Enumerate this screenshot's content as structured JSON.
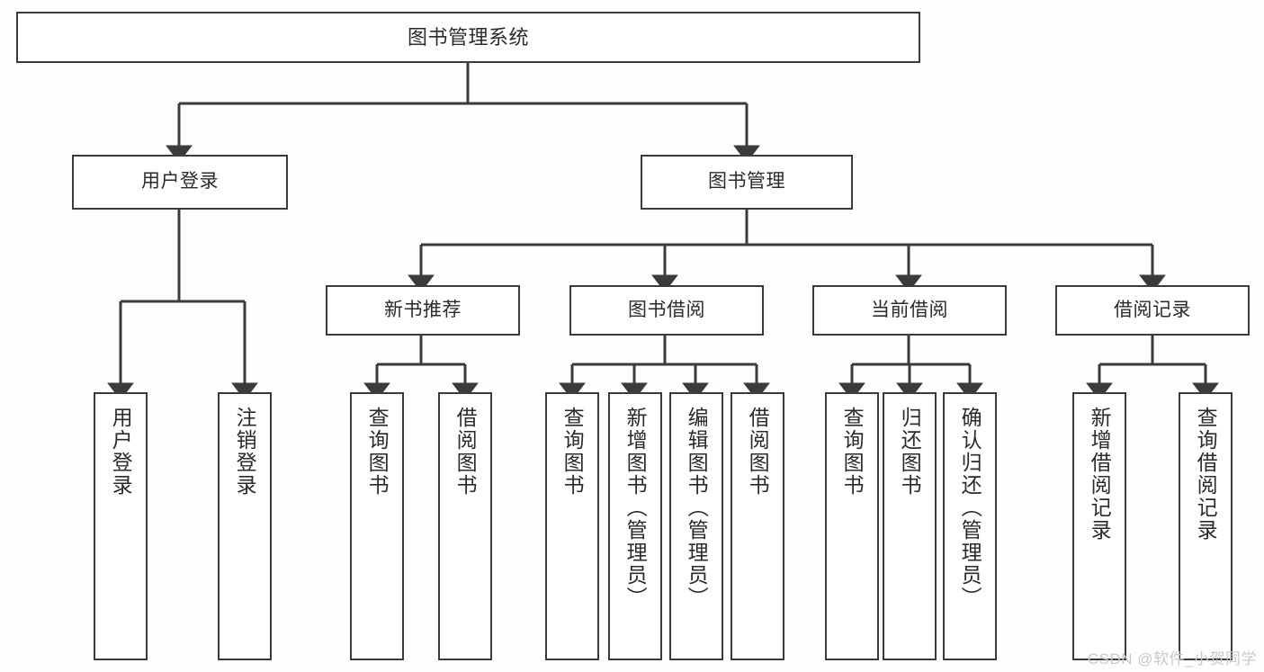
{
  "diagram": {
    "title": "图书管理系统",
    "type": "tree",
    "orientation": "top-down",
    "background_color": "#fefefe",
    "line_color": "#3b3b3b",
    "box_fill": "#ffffff",
    "text_color": "#2b2b2b"
  },
  "nodes": {
    "root": {
      "label": "图书管理系统",
      "level": 1
    },
    "user_login": {
      "label": "用户登录",
      "level": 2
    },
    "book_manage": {
      "label": "图书管理",
      "level": 2
    },
    "new_book_rec": {
      "label": "新书推荐",
      "level": 3
    },
    "book_borrow": {
      "label": "图书借阅",
      "level": 3
    },
    "current_borrow": {
      "label": "当前借阅",
      "level": 3
    },
    "borrow_record": {
      "label": "借阅记录",
      "level": 3
    },
    "leaf_user_login": {
      "label": "用户登录",
      "level": 3
    },
    "leaf_logout": {
      "label": "注销登录",
      "level": 3
    },
    "leaf_query_book_1": {
      "label": "查询图书",
      "level": 4
    },
    "leaf_borrow_book_1": {
      "label": "借阅图书",
      "level": 4
    },
    "leaf_query_book_2": {
      "label": "查询图书",
      "level": 4
    },
    "leaf_add_book_admin": {
      "label": "新增图书（管理员）",
      "level": 4
    },
    "leaf_edit_book_admin": {
      "label": "编辑图书（管理员）",
      "level": 4
    },
    "leaf_borrow_book_2": {
      "label": "借阅图书",
      "level": 4
    },
    "leaf_query_book_3": {
      "label": "查询图书",
      "level": 4
    },
    "leaf_return_book": {
      "label": "归还图书",
      "level": 4
    },
    "leaf_confirm_return_admin": {
      "label": "确认归还（管理员）",
      "level": 4
    },
    "leaf_add_record": {
      "label": "新增借阅记录",
      "level": 4
    },
    "leaf_query_record": {
      "label": "查询借阅记录",
      "level": 4
    }
  },
  "watermark": {
    "text": "CSDN @软件_小贺同学",
    "color": "#c9c9c9"
  }
}
